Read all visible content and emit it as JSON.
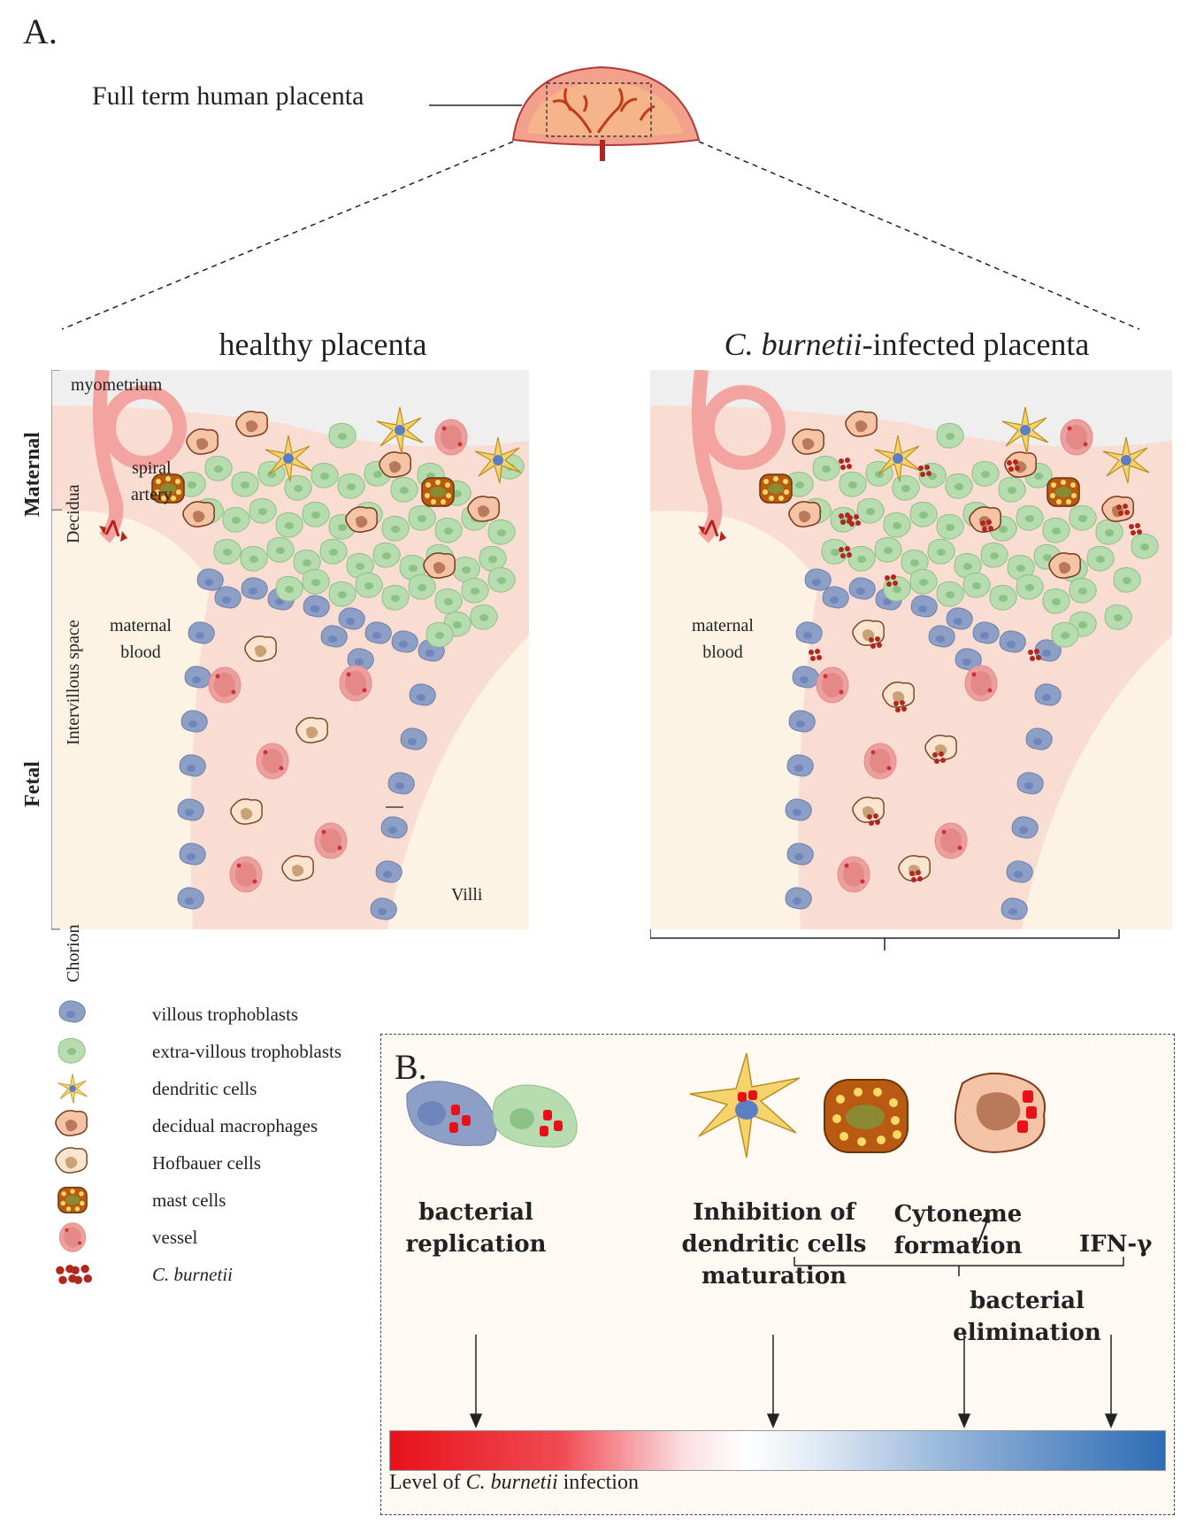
{
  "panel_a": {
    "letter": "A.",
    "placenta_label": "Full term human placenta",
    "healthy_title": "healthy placenta",
    "infected_title_italic": "C. burnetii",
    "infected_title_rest": "-infected placenta",
    "side_labels": {
      "maternal": "Maternal",
      "fetal": "Fetal"
    },
    "layer_labels": {
      "myometrium": "myometrium",
      "decidua": "Decidua",
      "intervillous": "Intervillous space",
      "chorion": "Chorion"
    },
    "spiral_artery_line1": "spiral",
    "spiral_artery_line2": "artery",
    "maternal_blood_line1": "maternal",
    "maternal_blood_line2": "blood",
    "villi": "Villi"
  },
  "legend": [
    {
      "label": "villous trophoblasts",
      "icon": "villous-trophoblast-icon"
    },
    {
      "label": "extra-villous trophoblasts",
      "icon": "extra-villous-trophoblast-icon"
    },
    {
      "label": "dendritic cells",
      "icon": "dendritic-cell-icon"
    },
    {
      "label": "decidual macrophages",
      "icon": "decidual-macrophage-icon"
    },
    {
      "label": "Hofbauer cells",
      "icon": "hofbauer-cell-icon"
    },
    {
      "label": "mast cells",
      "icon": "mast-cell-icon"
    },
    {
      "label": "vessel",
      "icon": "vessel-icon"
    },
    {
      "label": "C. burnetii",
      "icon": "c-burnetii-icon"
    }
  ],
  "panel_b": {
    "letter": "B.",
    "replication_line1": "bacterial",
    "replication_line2": "replication",
    "inhibition_line1": "Inhibition of",
    "inhibition_line2": "dendritic cells",
    "inhibition_line3": "maturation",
    "cytoneme_line1": "Cytoneme",
    "cytoneme_line2": "formation",
    "ifn": "IFN-γ",
    "elimination": "bacterial elimination",
    "bar_label_prefix": "Level of ",
    "bar_label_italic": "C. burnetii",
    "bar_label_suffix": " infection"
  },
  "colors": {
    "gradient_start": "#e8111a",
    "gradient_mid": "#ffffff",
    "gradient_end": "#2f6cb4",
    "tissue": "#f9dcd2",
    "myometrium": "#efefef",
    "villous": "#8e9fc6",
    "extravillous": "#b6dcb0"
  }
}
